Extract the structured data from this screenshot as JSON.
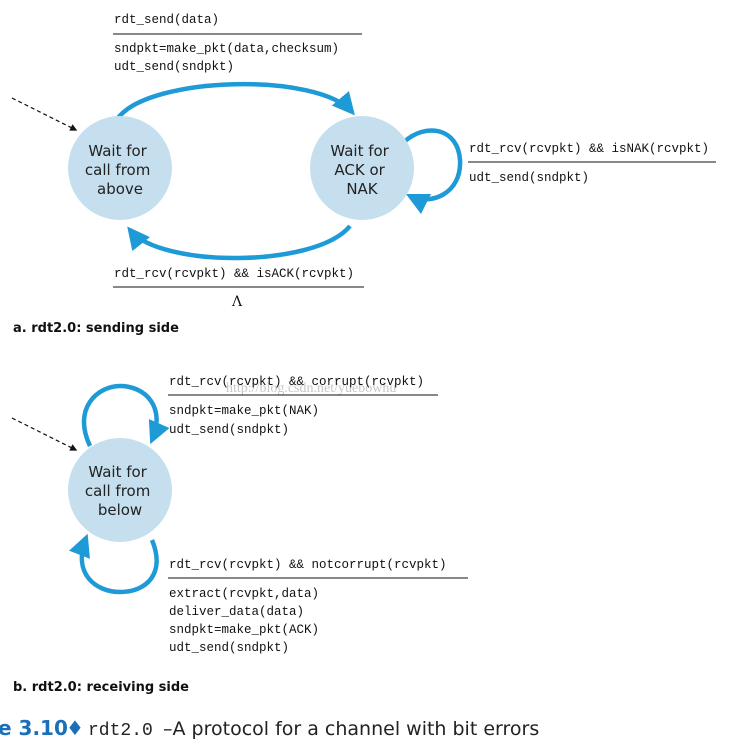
{
  "sender": {
    "state_call": [
      "Wait for",
      "call from",
      "above"
    ],
    "state_ack": [
      "Wait for",
      "ACK or",
      "NAK"
    ],
    "send": {
      "event": "rdt_send(data)",
      "actions": [
        "sndpkt=make_pkt(data,checksum)",
        "udt_send(sndpkt)"
      ]
    },
    "nak": {
      "event": "rdt_rcv(rcvpkt) && isNAK(rcvpkt)",
      "actions": [
        "udt_send(sndpkt)"
      ]
    },
    "ack": {
      "event": "rdt_rcv(rcvpkt) && isACK(rcvpkt)",
      "action": "Λ"
    },
    "caption": "a. rdt2.0: sending side"
  },
  "receiver": {
    "state_below": [
      "Wait for",
      "call from",
      "below"
    ],
    "corrupt": {
      "event": "rdt_rcv(rcvpkt) && corrupt(rcvpkt)",
      "actions": [
        "sndpkt=make_pkt(NAK)",
        "udt_send(sndpkt)"
      ]
    },
    "notcorrupt": {
      "event": "rdt_rcv(rcvpkt) && notcorrupt(rcvpkt)",
      "actions": [
        "extract(rcvpkt,data)",
        "deliver_data(data)",
        "sndpkt=make_pkt(ACK)",
        "udt_send(sndpkt)"
      ]
    },
    "caption": "b. rdt2.0: receiving side"
  },
  "watermark": "http://blog.csdn.net/yuebowhu",
  "figure": {
    "number": "e 3.10",
    "separator": "♦",
    "code": "rdt2.0",
    "title": "–A protocol for a channel with bit errors"
  },
  "colors": {
    "state_fill": "#c5dfee",
    "arrow": "#1e9ad6"
  }
}
